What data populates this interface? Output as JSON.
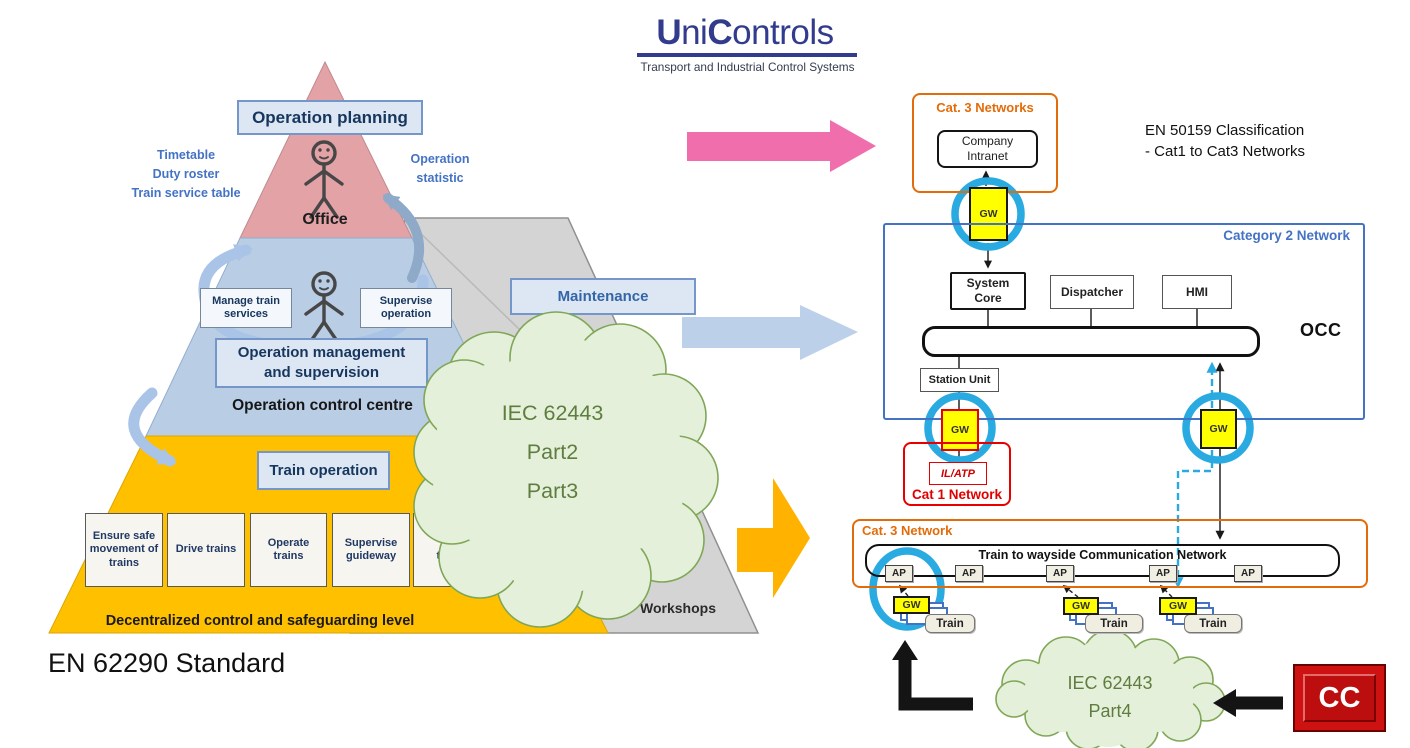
{
  "logo": {
    "name_u": "U",
    "name_ni": "ni",
    "name_c": "C",
    "name_ontrols": "ontrols",
    "tagline": "Transport and Industrial Control Systems"
  },
  "titles": {
    "en62290": "EN 62290 Standard",
    "en50159_line1": "EN 50159 Classification",
    "en50159_line2": "- Cat1 to Cat3 Networks"
  },
  "pyramid": {
    "operation_planning": "Operation planning",
    "side_notes_left": [
      "Timetable",
      "Duty roster",
      "Train service table"
    ],
    "side_notes_right": [
      "Operation",
      "statistic"
    ],
    "office_label": "Office",
    "manage_train_services": "Manage train services",
    "supervise_operation": "Supervise operation",
    "operation_management": [
      "Operation management",
      "and supervision"
    ],
    "operation_control_centre": "Operation control centre",
    "maintenance": "Maintenance",
    "train_operation": "Train operation",
    "tasks": [
      "Ensure safe movement of trains",
      "Drive trains",
      "Operate trains",
      "Supervise guideway"
    ],
    "task_partial": [
      "p",
      "trans."
    ],
    "decentralized": "Decentralized control and safeguarding level",
    "workshops": "Workshops"
  },
  "clouds": {
    "iec_62443_main": [
      "IEC 62443",
      "Part2",
      "Part3"
    ],
    "iec_62443_part4": [
      "IEC 62443",
      "Part4"
    ]
  },
  "network": {
    "cat3_top_title": "Cat. 3 Networks",
    "company_intranet": [
      "Company",
      "Intranet"
    ],
    "cat2_title": "Category 2 Network",
    "system_core": [
      "System",
      "Core"
    ],
    "dispatcher": "Dispatcher",
    "hmi": "HMI",
    "occ": "OCC",
    "station_unit": "Station Unit",
    "gw": "GW",
    "cat1_title": "Cat 1 Network",
    "il_atp": "IL/ATP",
    "cat3_bottom_title": "Cat. 3 Network",
    "wayside_bus": "Train to wayside Communication Network",
    "ap": "AP",
    "train": "Train",
    "cc": "CC"
  },
  "colors": {
    "brand_navy": "#323B8C",
    "pyramid_pink": "#E2A2A6",
    "pyramid_blue": "#B9CDE5",
    "pyramid_yellow": "#FFC000",
    "accent_orange": "#E36C0A",
    "accent_red": "#E00000",
    "ring_cyan": "#29ABE2",
    "gw_yellow": "#FFFF00",
    "arrow_pink": "#F06EAC",
    "arrow_blue": "#BDD0E9",
    "arrow_orange": "#FFB300",
    "cloud_green": "#E5F0DB",
    "label_blue": "#4472C4"
  }
}
